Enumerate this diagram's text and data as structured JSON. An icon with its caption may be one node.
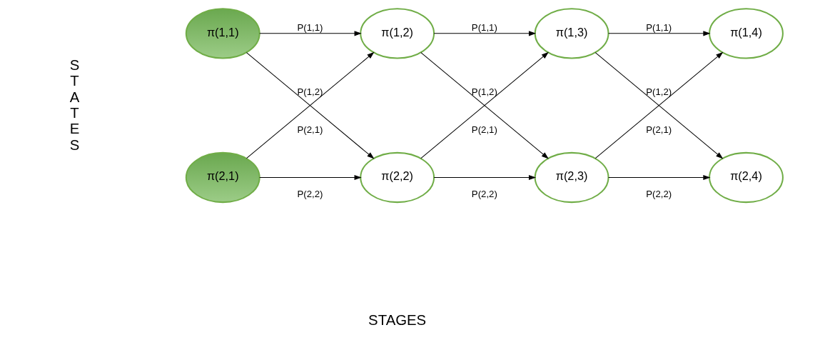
{
  "diagram": {
    "nodes": [
      {
        "text": [
          "π(1,1)"
        ]
      },
      {
        "text": [
          "π(1,2)"
        ]
      },
      {
        "text": [
          "π(1,3)"
        ]
      },
      {
        "text": [
          "π(1,4)"
        ]
      },
      {
        "text": [
          "π(2,1)"
        ]
      },
      {
        "text": [
          "π(2,2)"
        ]
      },
      {
        "text": [
          "π(2,3)"
        ]
      },
      {
        "text": [
          "π(2,4)"
        ]
      }
    ],
    "edges": [
      {
        "from": 0,
        "to": 1,
        "arrow": "to",
        "label": "P(1,1)"
      },
      {
        "from": 0,
        "to": 5,
        "arrow": "to",
        "label": "P(1,2)"
      },
      {
        "from": 4,
        "to": 1,
        "arrow": "to",
        "label": "P(2,1)"
      },
      {
        "from": 4,
        "to": 5,
        "arrow": "to",
        "label": "P(2,2)"
      },
      {
        "from": 1,
        "to": 2,
        "arrow": "to",
        "label": "P(1,1)"
      },
      {
        "from": 1,
        "to": 6,
        "arrow": "to",
        "label": "P(1,2)"
      },
      {
        "from": 5,
        "to": 2,
        "arrow": "to",
        "label": "P(2,1)"
      },
      {
        "from": 5,
        "to": 6,
        "arrow": "to",
        "label": "P(2,2)"
      },
      {
        "from": 2,
        "to": 3,
        "arrow": "to",
        "label": "P(1,1)"
      },
      {
        "from": 2,
        "to": 7,
        "arrow": "to",
        "label": "P(1,2)"
      },
      {
        "from": 6,
        "to": 3,
        "arrow": "to",
        "label": "P(2,1)"
      },
      {
        "from": 6,
        "to": 7,
        "arrow": "to",
        "label": "P(2,2)"
      }
    ],
    "labels": [
      "STATES",
      "STAGES"
    ]
  }
}
